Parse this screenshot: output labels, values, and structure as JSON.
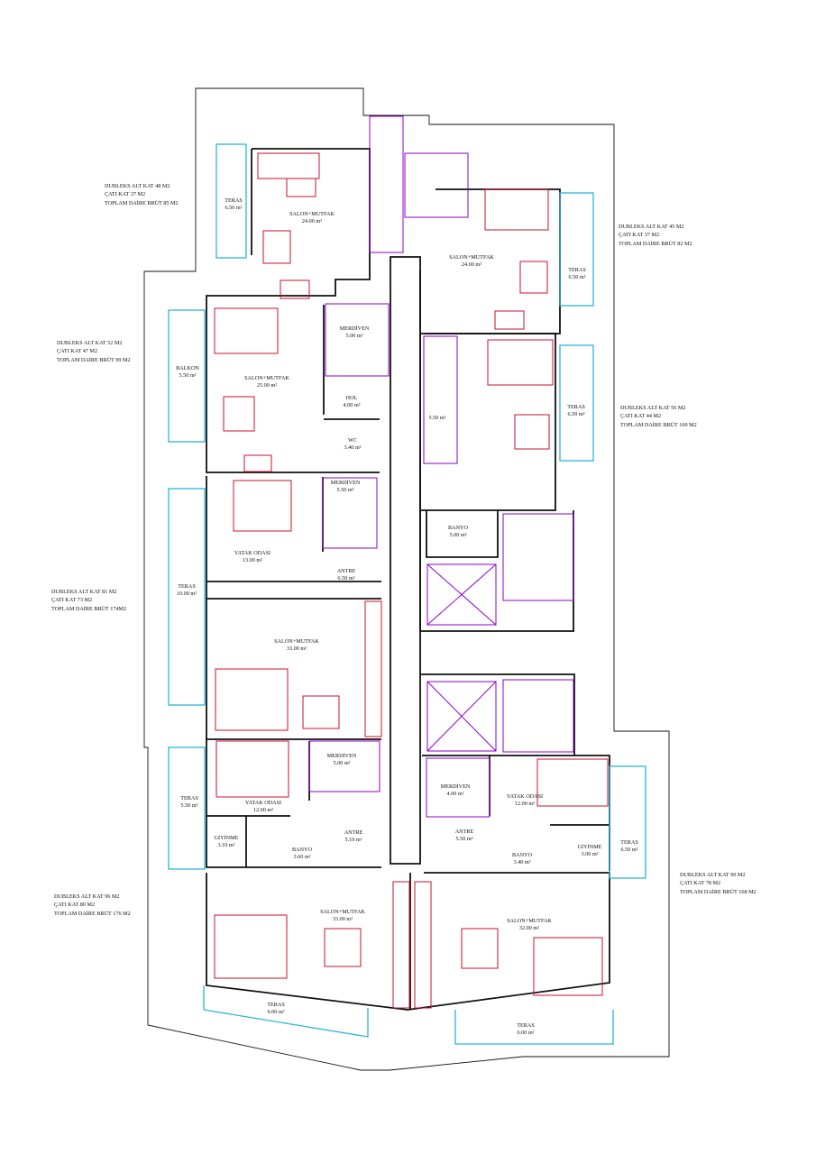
{
  "notes": {
    "n1": [
      "DUBLEKS ALT KAT 48 M2",
      "ÇATI KAT 37 M2",
      "TOPLAM DAİRE BRÜT 85 M2"
    ],
    "n2": [
      "DUBLEKS ALT KAT 45 M2",
      "ÇATI KAT 37 M2",
      "TOPLAM DAİRE BRÜT 82 M2"
    ],
    "n3": [
      "DUBLEKS ALT KAT 52 M2",
      "ÇATI KAT 47 M2",
      "TOPLAM DAİRE BRÜT 99 M2"
    ],
    "n4": [
      "DUBLEKS ALT KAT 56 M2",
      "ÇATI KAT 44 M2",
      "TOPLAM DAİRE BRÜT 100 M2"
    ],
    "n5": [
      "DUBLEKS ALT KAT 81 M2",
      "ÇATI KAT 73 M2",
      "TOPLAM DAİRE BRÜT 174M2"
    ],
    "n6": [
      "DUBLEKS ALT KAT 96 M2",
      "ÇATI KAT 80 M2",
      "TOPLAM DAİRE BRÜT 176 M2"
    ],
    "n7": [
      "DUBLEKS ALT KAT 90 M2",
      "ÇATI KAT 78 M2",
      "TOPLAM DAİRE BRÜT 168 M2"
    ]
  },
  "rooms": {
    "r1": [
      "TERAS",
      "6.50 m²"
    ],
    "r2": [
      "SALON+MUTFAK",
      "24.00 m²"
    ],
    "r3": [
      "SALON+MUTFAK",
      "24.00 m²"
    ],
    "r4": [
      "TERAS",
      "6.50 m²"
    ],
    "r5": [
      "BALKON",
      "5.50 m²"
    ],
    "r6": [
      "SALON+MUTFAK",
      "25.00 m²"
    ],
    "r7": [
      "MERDİVEN",
      "5.00 m²"
    ],
    "r8": [
      "HOL",
      "4.00 m²"
    ],
    "r9": [
      "WC",
      "3.40 m²"
    ],
    "r10": [
      "5.50 m²"
    ],
    "r11": [
      "TERAS",
      "6.50 m²"
    ],
    "r12": [
      "MERDİVEN",
      "5.50 m²"
    ],
    "r13": [
      "YATAK ODASI",
      "13.00 m²"
    ],
    "r14": [
      "ANTRE",
      "6.50 m²"
    ],
    "r15": [
      "BANYO",
      "5.00 m²"
    ],
    "r16": [
      "TERAS",
      "10.00 m²"
    ],
    "r17": [
      "SALON+MUTFAK",
      "33.00 m²"
    ],
    "r18": [
      "MERDİVEN",
      "5.00 m²"
    ],
    "r19": [
      "TERAS",
      "5.50 m²"
    ],
    "r20": [
      "YATAK ODASI",
      "12.00 m²"
    ],
    "r21": [
      "GİYİNME",
      "3.10 m²"
    ],
    "r22": [
      "BANYO",
      "3.60 m²"
    ],
    "r23": [
      "ANTRE",
      "5.10 m²"
    ],
    "r24": [
      "MERDİVEN",
      "4.00 m²"
    ],
    "r25": [
      "YATAK ODASI",
      "12.00 m²"
    ],
    "r26": [
      "ANTRE",
      "5.50 m²"
    ],
    "r27": [
      "BANYO",
      "3.40 m²"
    ],
    "r28": [
      "GİYİNME",
      "3.00 m²"
    ],
    "r29": [
      "TERAS",
      "6.50 m²"
    ],
    "r30": [
      "SALON+MUTFAK",
      "33.00 m²"
    ],
    "r31": [
      "SALON+MUTFAK",
      "32.00 m²"
    ],
    "r32": [
      "TERAS",
      "6.00 m²"
    ],
    "r33": [
      "TERAS",
      "6.00 m²"
    ]
  },
  "colors": {
    "wall": "#111111",
    "furniture": "#c8102e",
    "stair": "#8b00c9",
    "terrace": "#2bb5d6"
  }
}
